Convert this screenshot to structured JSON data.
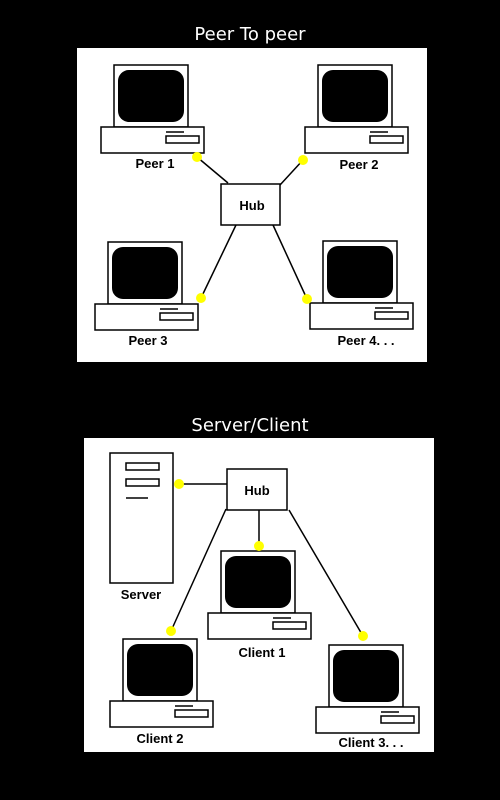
{
  "peer_section": {
    "title": "Peer To peer",
    "hub_label": "Hub",
    "peers": [
      {
        "label": "Peer 1"
      },
      {
        "label": "Peer 2"
      },
      {
        "label": "Peer 3"
      },
      {
        "label": "Peer 4. . ."
      }
    ]
  },
  "server_section": {
    "title": "Server/Client",
    "hub_label": "Hub",
    "server_label": "Server",
    "clients": [
      {
        "label": "Client 1"
      },
      {
        "label": "Client 2"
      },
      {
        "label": "Client 3. . ."
      }
    ]
  },
  "colors": {
    "background": "#000000",
    "panel": "#ffffff",
    "connector": "#ffff00",
    "outline": "#000000"
  }
}
